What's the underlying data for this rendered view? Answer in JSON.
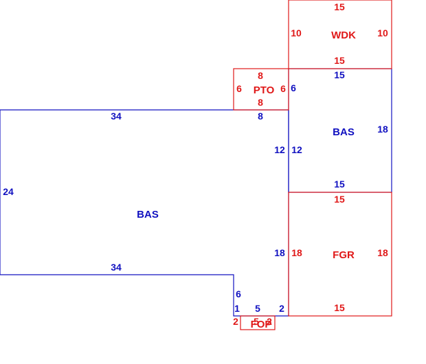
{
  "colors": {
    "blue": "#1010c0",
    "red": "#e01818"
  },
  "areas": {
    "wdk": {
      "code": "WDK",
      "top": "15",
      "left": "10",
      "right": "10",
      "bottom": "15"
    },
    "pto": {
      "code": "PTO",
      "top": "8",
      "left": "6",
      "right": "6",
      "bottom": "8"
    },
    "bas_main": {
      "code": "BAS",
      "top": "34",
      "top_step": "8",
      "left": "24",
      "bottom": "34",
      "notch_v": "6",
      "notch_v2": "1",
      "notch_h": "5",
      "notch_v3": "2",
      "right_upper": "12",
      "right_lower": "18"
    },
    "bas_upper": {
      "code": "BAS",
      "top": "15",
      "left_top": "6",
      "left_mid": "12",
      "right": "18",
      "bottom": "15"
    },
    "fgr": {
      "code": "FGR",
      "top": "15",
      "left": "18",
      "right": "18",
      "bottom": "15"
    },
    "fop": {
      "code": "FOP",
      "left": "2",
      "middle": "5",
      "right": "2"
    }
  }
}
